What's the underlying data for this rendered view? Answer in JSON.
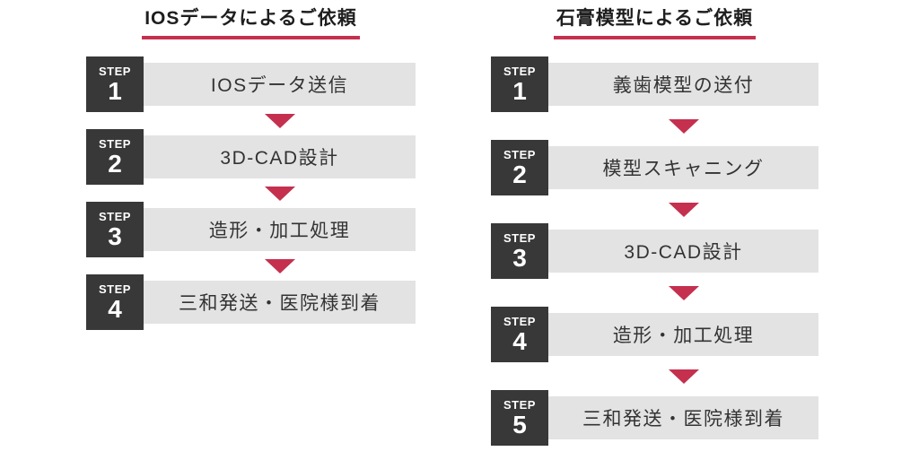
{
  "page": {
    "background": "#ffffff"
  },
  "colors": {
    "accent_red": "#c5304f",
    "step_badge_bg": "#383838",
    "step_badge_text": "#ffffff",
    "bar_bg": "#e3e3e3",
    "bar_text": "#333333",
    "title_text": "#1e1e1e"
  },
  "flows": [
    {
      "title": "IOSデータによるご依頼",
      "step_label": "STEP",
      "steps": [
        {
          "number": "1",
          "label": "IOSデータ送信"
        },
        {
          "number": "2",
          "label": "3D-CAD設計"
        },
        {
          "number": "3",
          "label": "造形・加工処理"
        },
        {
          "number": "4",
          "label": "三和発送・医院様到着"
        }
      ]
    },
    {
      "title": "石膏模型によるご依頼",
      "step_label": "STEP",
      "steps": [
        {
          "number": "1",
          "label": "義歯模型の送付"
        },
        {
          "number": "2",
          "label": "模型スキャニング"
        },
        {
          "number": "3",
          "label": "3D-CAD設計"
        },
        {
          "number": "4",
          "label": "造形・加工処理"
        },
        {
          "number": "5",
          "label": "三和発送・医院様到着"
        }
      ]
    }
  ]
}
